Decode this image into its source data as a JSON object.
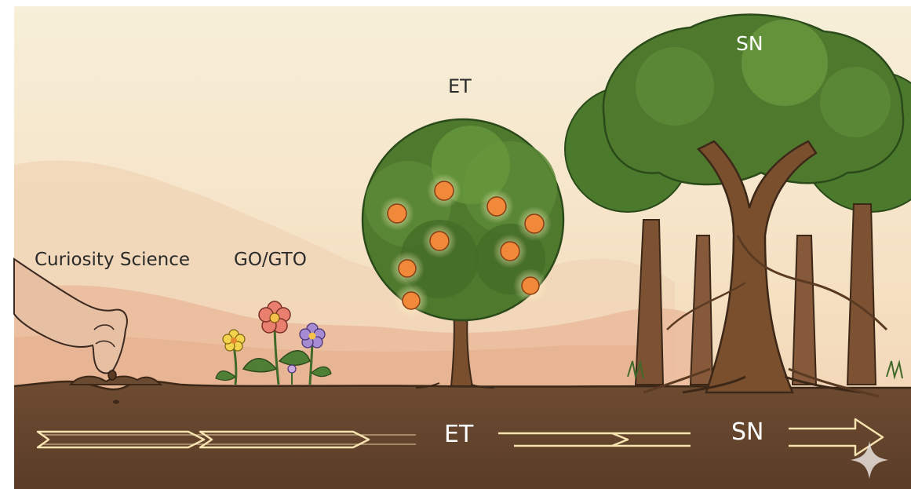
{
  "labels": {
    "seed": "Curiosity Science",
    "flowers": "GO/GTO",
    "fruit_tree": "ET",
    "forest": "SN"
  },
  "timeline": {
    "mid": "ET",
    "end": "SN"
  },
  "colors": {
    "sky_top": "#f6ecd5",
    "sky_bottom": "#f3d8b8",
    "hills": "#e9b79a",
    "soil": "#6b4a31",
    "arrow": "#f5e3b0",
    "foliage": "#4f7a2e",
    "trunk": "#7a4f2e",
    "fruit": "#f08a3a"
  },
  "icons": {
    "corner": "sparkle-icon"
  }
}
